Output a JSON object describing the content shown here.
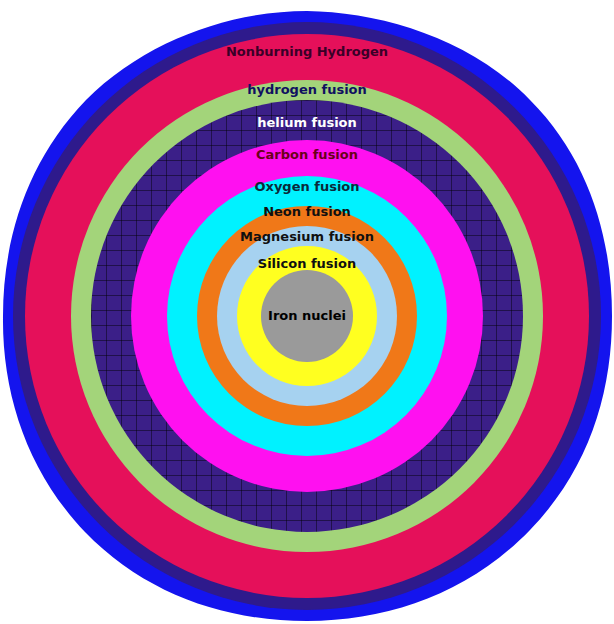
{
  "diagram": {
    "nodes": [
      {
        "text": [
          "Nonburning Hydrogen"
        ]
      },
      {
        "text": [
          "hydrogen fusion"
        ],
        "in": 0
      },
      {
        "text": [
          "helium fusion"
        ],
        "in": 1
      },
      {
        "text": [
          "Carbon fusion"
        ],
        "in": 2
      },
      {
        "text": [
          "Oxygen fusion"
        ],
        "in": 3
      },
      {
        "text": [
          "Neon fusion"
        ],
        "in": 4
      },
      {
        "text": [
          "Magnesium fusion"
        ],
        "in": 5
      },
      {
        "text": [
          "Silicon fusion"
        ],
        "in": 6
      },
      {
        "text": [
          "Iron nuclei"
        ],
        "in": 7
      }
    ]
  }
}
